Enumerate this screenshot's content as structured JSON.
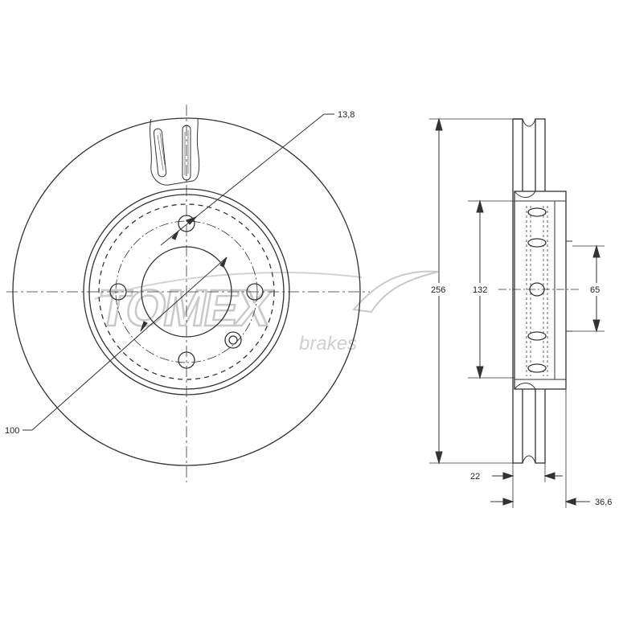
{
  "front_view": {
    "dims": {
      "bolt_hole": "13,8",
      "pcd": "100"
    }
  },
  "side_view": {
    "dims": {
      "outer_diameter": "256",
      "hub_diameter": "132",
      "center_bore": "65",
      "thickness": "22",
      "total_height": "36,6"
    }
  },
  "watermark": {
    "brand": "TOMEX",
    "tagline": "brakes",
    "color": "#c9c9c9"
  },
  "colors": {
    "line": "#333333",
    "hatch": "#555555"
  }
}
